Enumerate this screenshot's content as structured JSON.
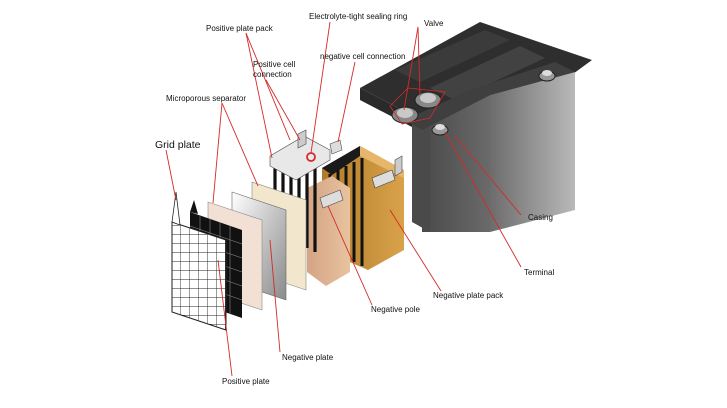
{
  "labels": {
    "positive_plate_pack": "Positive plate pack",
    "electrolyte_ring": "Electrolyte-tight sealing ring",
    "valve": "Valve",
    "positive_cell_connection": [
      "Positive cell",
      "connection"
    ],
    "negative_cell_connection": "negative cell connection",
    "microporous_separator": "Microporous separator",
    "grid_plate": "Grid plate",
    "casing": "Casing",
    "terminal": "Terminal",
    "negative_plate_pack": "Negative plate pack",
    "negative_pole": "Negative pole",
    "negative_plate": "Negative plate",
    "positive_plate": "Positive plate"
  },
  "colors": {
    "leader": "#d42a2a",
    "casing_dark": "#3a3a3a",
    "casing_mid": "#5a5a5a",
    "orange_pack": "#c8892e",
    "separator": "#f2e6cc"
  }
}
